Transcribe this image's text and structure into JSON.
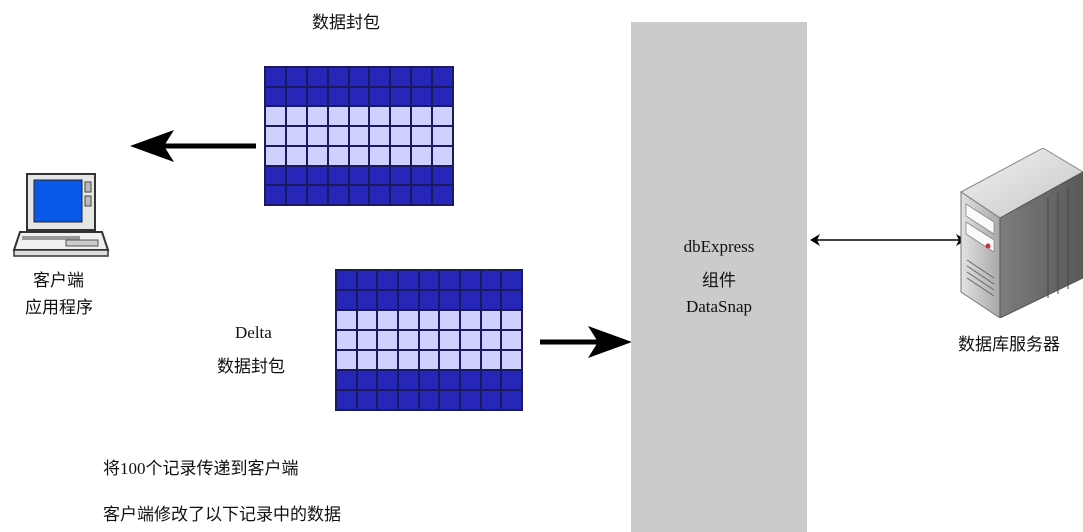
{
  "colors": {
    "packet_dark": "#2626b8",
    "packet_light": "#d0d0ff",
    "column": "#cbcbcb",
    "arrow": "#000000"
  },
  "top_packet": {
    "label": "数据封包",
    "columns": 9,
    "row_shades": [
      "dark",
      "dark",
      "light",
      "light",
      "light",
      "dark",
      "dark"
    ]
  },
  "delta_packet": {
    "label_line1": "Delta",
    "label_line2": "数据封包",
    "columns": 9,
    "row_shades": [
      "dark",
      "dark",
      "light",
      "light",
      "light",
      "dark",
      "dark"
    ]
  },
  "client": {
    "icon": "computer-icon",
    "label_line1": "客户端",
    "label_line2": "应用程序"
  },
  "middle_tier": {
    "line1": "dbExpress",
    "line2": "组件",
    "line3": "DataSnap"
  },
  "server": {
    "icon": "server-icon",
    "label": "数据库服务器"
  },
  "notes": {
    "line1_prefix": "将",
    "line1_number": "100",
    "line1_suffix": "个记录传递到客户端",
    "line2": "客户端修改了以下记录中的数据"
  }
}
